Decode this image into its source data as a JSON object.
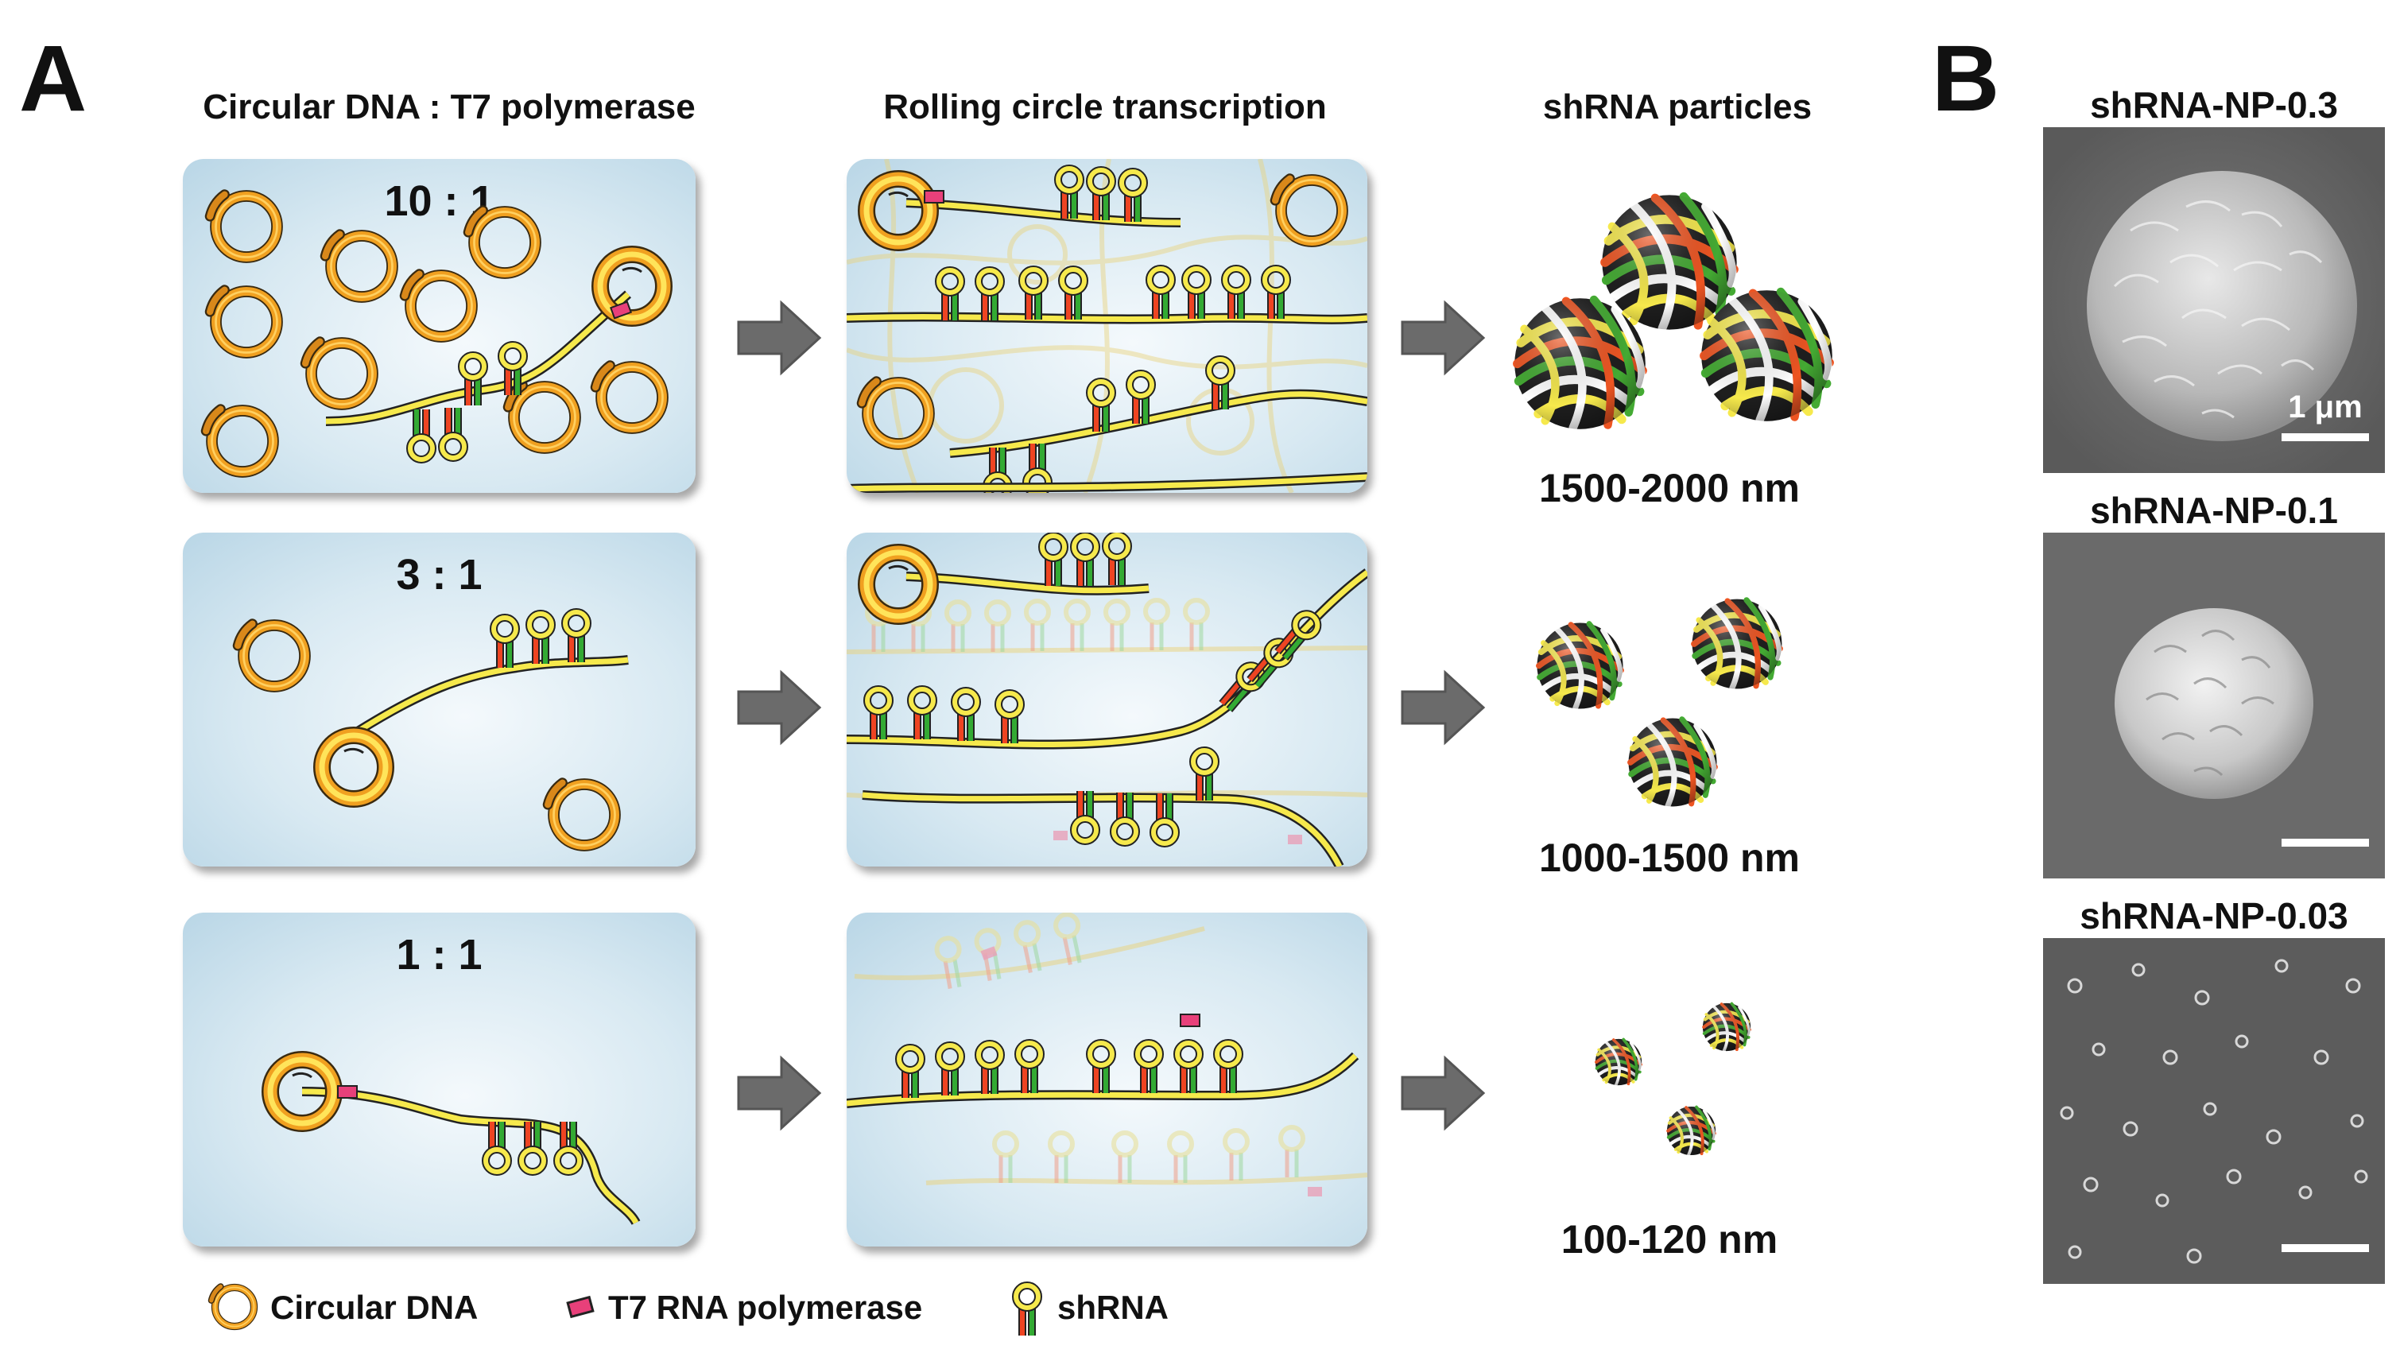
{
  "panel_a": {
    "letter": "A",
    "columns": [
      {
        "heading": "Circular DNA : T7 polymerase"
      },
      {
        "heading": "Rolling circle transcription"
      },
      {
        "heading": "shRNA particles"
      }
    ],
    "rows": [
      {
        "ratio": "10 : 1",
        "size": "1500-2000 nm"
      },
      {
        "ratio": "3 : 1",
        "size": "1000-1500 nm"
      },
      {
        "ratio": "1 : 1",
        "size": "100-120 nm"
      }
    ],
    "legend": [
      {
        "label": "Circular DNA",
        "icon": "circular-dna-icon"
      },
      {
        "label": "T7 RNA polymerase",
        "icon": "polymerase-icon"
      },
      {
        "label": "shRNA",
        "icon": "shrna-hairpin-icon"
      }
    ]
  },
  "panel_b": {
    "letter": "B",
    "images": [
      {
        "title": "shRNA-NP-0.3",
        "scale_label": "1 μm"
      },
      {
        "title": "shRNA-NP-0.1",
        "scale_label": ""
      },
      {
        "title": "shRNA-NP-0.03",
        "scale_label": ""
      }
    ]
  },
  "colors": {
    "dna_orange": "#f0a020",
    "dna_ring": "#ffd84a",
    "strand_yellow": "#f6e94c",
    "shrna_red": "#ee4422",
    "shrna_green": "#33aa33",
    "polymerase_pink": "#e8407a",
    "arrow_gray": "#6b6b6b"
  }
}
